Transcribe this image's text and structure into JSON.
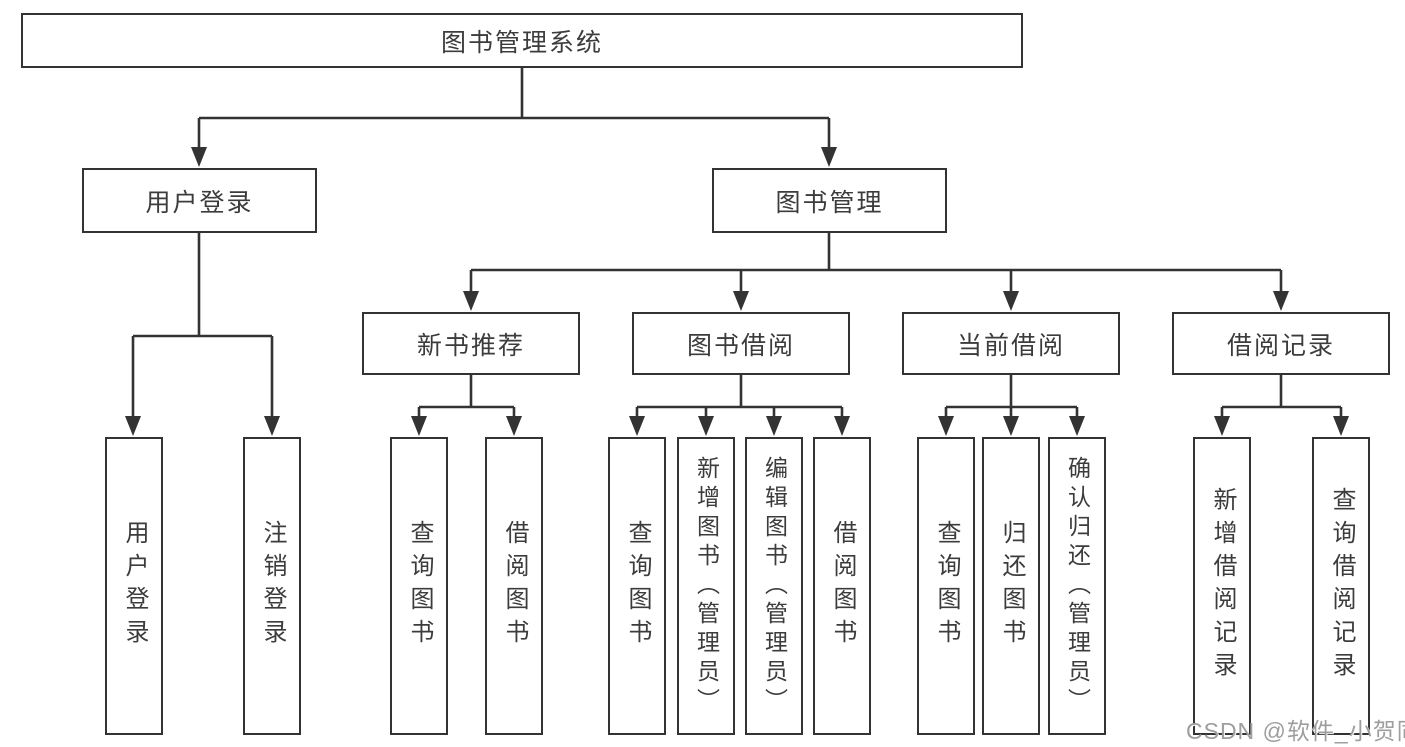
{
  "tree": {
    "root": "图书管理系统",
    "branches": [
      {
        "label": "用户登录",
        "leaves": [
          "用户登录",
          "注销登录"
        ]
      },
      {
        "label": "图书管理",
        "groups": [
          {
            "label": "新书推荐",
            "leaves": [
              "查询图书",
              "借阅图书"
            ]
          },
          {
            "label": "图书借阅",
            "leaves": [
              "查询图书",
              "新增图书（管理员）",
              "编辑图书（管理员）",
              "借阅图书"
            ]
          },
          {
            "label": "当前借阅",
            "leaves": [
              "查询图书",
              "归还图书",
              "确认归还（管理员）"
            ]
          },
          {
            "label": "借阅记录",
            "leaves": [
              "新增借阅记录",
              "查询借阅记录"
            ]
          }
        ]
      }
    ]
  },
  "watermark": "CSDN @软件_小贺同学",
  "colors": {
    "line": "#333333",
    "box_bg": "#ffffff",
    "text": "#3c3c3c",
    "watermark": "#9e9e9e"
  }
}
